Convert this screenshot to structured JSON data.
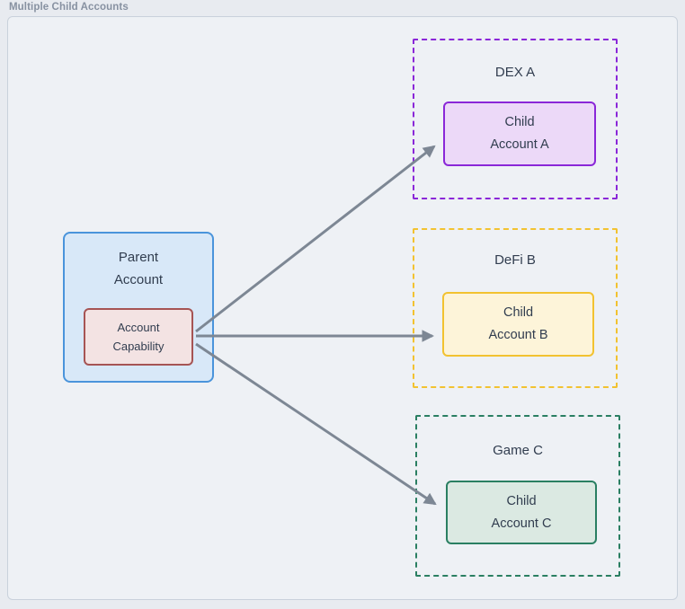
{
  "page": {
    "title": "Multiple Child Accounts"
  },
  "parent": {
    "label": "Parent\nAccount",
    "capability_label": "Account\nCapability",
    "fill": "#d8e8f8",
    "border": "#4a94db",
    "capability_fill": "#f3e3e3",
    "capability_border": "#a65454"
  },
  "groups": [
    {
      "title": "DEX A",
      "child_label": "Child\nAccount A",
      "border": "#8a27d8",
      "child_fill": "#ecd9f8"
    },
    {
      "title": "DeFi B",
      "child_label": "Child\nAccount B",
      "border": "#f2c230",
      "child_fill": "#fdf4d9"
    },
    {
      "title": "Game C",
      "child_label": "Child\nAccount C",
      "border": "#2a7f62",
      "child_fill": "#dbe9e2"
    }
  ],
  "arrows": {
    "color": "#7d8794",
    "count": 3
  },
  "colors": {
    "canvas_bg": "#eef1f5",
    "canvas_border": "#c9d1db",
    "page_bg": "#e8ebf0",
    "text": "#313d4f",
    "title_text": "#8791a1"
  }
}
